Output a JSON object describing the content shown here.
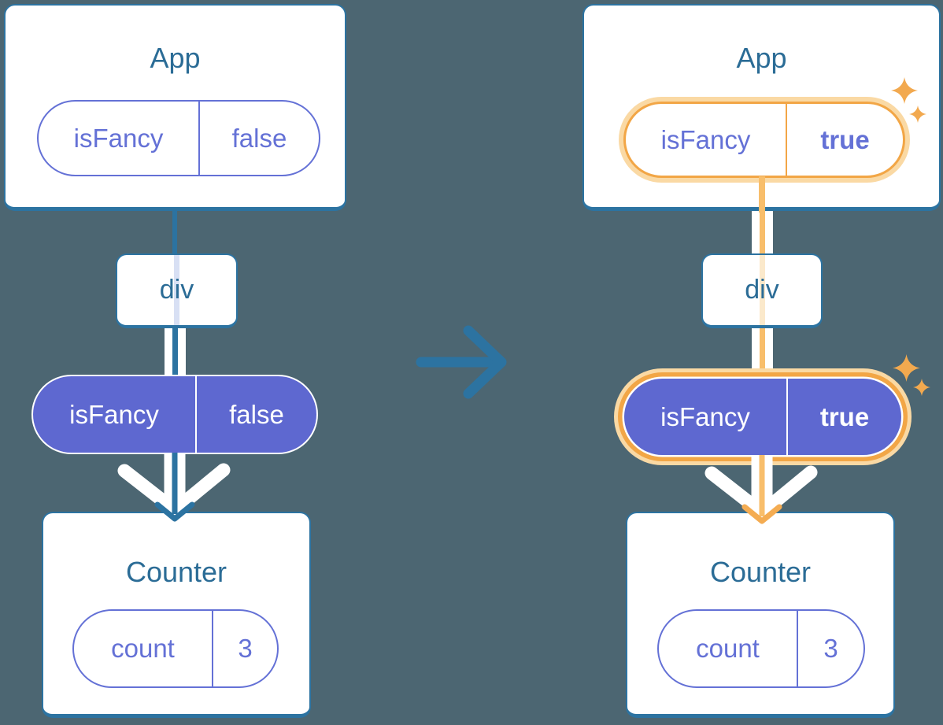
{
  "colors": {
    "background": "#4C6672",
    "steel_blue": "#2C73A1",
    "title_text": "#2B6C96",
    "purple_fill": "#5E68D0",
    "purple_text": "#6471D6",
    "orange": "#F2A646",
    "orange_halo": "#FAD9A4",
    "orange_line": "#F8BE6B",
    "orange_arrow": "#F4AC52",
    "sparkle": "#F2A94F",
    "faint_blue_line": "#D8E0F4",
    "faint_orange_line": "#FBE9CB",
    "white": "#FFFFFF"
  },
  "icons": {
    "transition": "arrow-right-icon",
    "state_flow": "arrow-down-icon",
    "highlight": "sparkles-icon"
  },
  "trees": [
    {
      "app_title": "App",
      "app_state": {
        "name": "isFancy",
        "value": "false"
      },
      "div_label": "div",
      "prop": {
        "name": "isFancy",
        "value": "false"
      },
      "counter_title": "Counter",
      "counter_state": {
        "name": "count",
        "value": "3"
      }
    },
    {
      "app_title": "App",
      "app_state": {
        "name": "isFancy",
        "value": "true"
      },
      "div_label": "div",
      "prop": {
        "name": "isFancy",
        "value": "true"
      },
      "counter_title": "Counter",
      "counter_state": {
        "name": "count",
        "value": "3"
      }
    }
  ]
}
